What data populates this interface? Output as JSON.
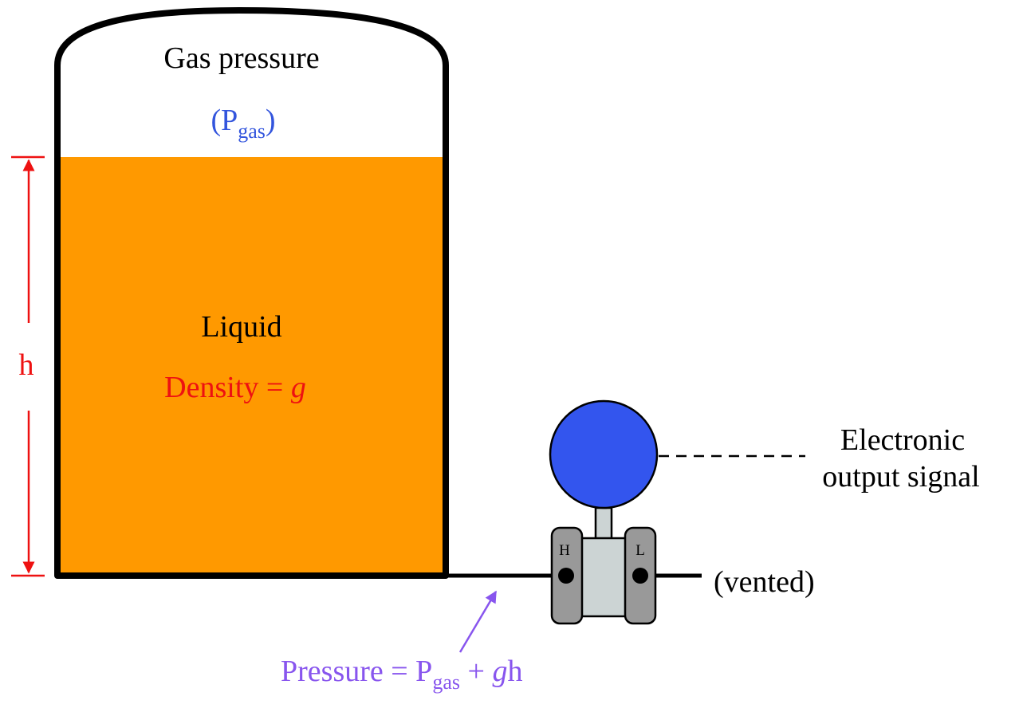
{
  "tank": {
    "gas_label": "Gas pressure",
    "gas_symbol_open": "(P",
    "gas_symbol_sub": "gas",
    "gas_symbol_close": ")",
    "liquid_label": "Liquid",
    "density_label": "Density = ",
    "density_symbol": "g"
  },
  "height": {
    "label": "h"
  },
  "transmitter": {
    "high_port": "H",
    "low_port": "L",
    "vented_label": "(vented)",
    "signal_label_line1": "Electronic",
    "signal_label_line2": "output signal"
  },
  "pressure_equation": {
    "prefix": "Pressure = P",
    "sub": "gas",
    "plus": " + ",
    "g": "g",
    "h": "h"
  },
  "colors": {
    "liquid": "#ff9900",
    "gas_symbol": "#3355dd",
    "dimension": "#ee1111",
    "equation": "#8855ee",
    "transmitter_head": "#3355ee",
    "flange": "#999999",
    "body": "#ccd4d4"
  }
}
